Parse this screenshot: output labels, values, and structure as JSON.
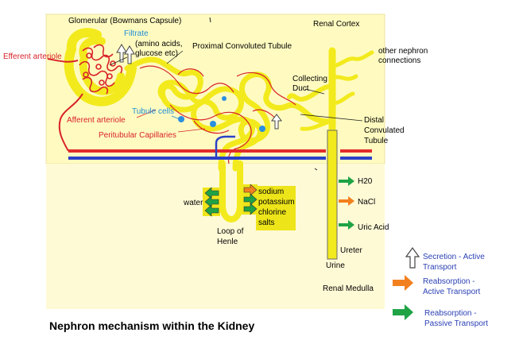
{
  "caption": "Nephron mechanism within the Kidney",
  "regions": {
    "cortex": "Renal Cortex",
    "medulla": "Renal Medulla"
  },
  "labels": {
    "glomerular": "Glomerular (Bowmans Capsule)",
    "filtrate": "Filtrate",
    "filtrate_detail_1": "(amino acids,",
    "filtrate_detail_2": "glucose etc)",
    "pct": "Proximal Convoluted Tubule",
    "efferent": "Efferent arteriole",
    "afferent": "Afferent arteriole",
    "tubule_cells": "Tubule cells",
    "peritubular": "Peritubular Capillaries",
    "other_nephron_1": "other nephron",
    "other_nephron_2": "connections",
    "collecting_1": "Collecting",
    "collecting_2": "Duct",
    "dct_1": "Distal",
    "dct_2": "Convulated",
    "dct_3": "Tubule",
    "loop_1": "Loop of",
    "loop_2": "Henle",
    "water": "water",
    "sodium": "sodium",
    "potassium": "potassium",
    "chlorine": "chlorine",
    "salts": "salts",
    "h2o": "H20",
    "nacl": "NaCl",
    "uric": "Uric Acid",
    "ureter": "Ureter",
    "urine": "Urine"
  },
  "legend": [
    {
      "line1": "Secretion - Active",
      "line2": "Transport",
      "icon": "outline-arrow-up-icon"
    },
    {
      "line1": "Reabsorption -",
      "line2": "Active Transport",
      "icon": "orange-arrow-right-icon"
    },
    {
      "line1": "Reabsorption -",
      "line2": "Passive Transport",
      "icon": "green-arrow-right-icon"
    }
  ],
  "colors": {
    "cortex": "#fffbc0",
    "medulla": "#fffad6",
    "tubule": "#f2ea1c",
    "artery": "#e12b2b",
    "vein": "#2b40c8",
    "capillary": "#d8222a",
    "cell": "#2a8fe0",
    "active": "#f2801e",
    "passive": "#1fa345"
  }
}
